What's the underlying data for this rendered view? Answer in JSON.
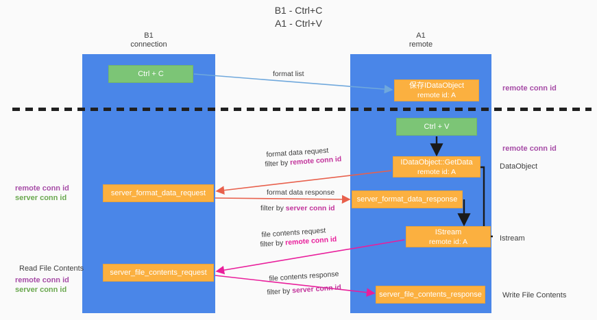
{
  "title": "B1 - Ctrl+C\nA1 - Ctrl+V",
  "columns": {
    "left": "B1\nconnection",
    "right": "A1\nremote"
  },
  "nodes": {
    "ctrl_c": {
      "line1": "Ctrl + C",
      "line2": "",
      "color": "#7cc576"
    },
    "idataobject": {
      "line1": "保存IDataObject",
      "line2": "remote id: A",
      "color": "#fbb040"
    },
    "ctrl_v": {
      "line1": "Ctrl + V",
      "line2": "",
      "color": "#7cc576"
    },
    "getdata": {
      "line1": "IDataObject::GetData",
      "line2": "remote id: A",
      "color": "#fbb040"
    },
    "server_format_data_request": {
      "line1": "server_format_data_request",
      "line2": "",
      "color": "#fbb040"
    },
    "server_format_data_response": {
      "line1": "server_format_data_response",
      "line2": "",
      "color": "#fbb040"
    },
    "istream": {
      "line1": "IStream",
      "line2": "remote id: A",
      "color": "#fbb040"
    },
    "server_file_contents_request": {
      "line1": "server_file_contents_request",
      "line2": "",
      "color": "#fbb040"
    },
    "server_file_contents_response": {
      "line1": "server_file_contents_response",
      "line2": "",
      "color": "#fbb040"
    }
  },
  "edges": {
    "format_list": "format list",
    "format_data_request": "format data request",
    "format_data_request_filter_prefix": "filter by ",
    "format_data_request_filter_key": "remote conn id",
    "format_data_response": "format data response",
    "format_data_response_filter_prefix": "filter by ",
    "format_data_response_filter_key": "server conn id",
    "file_contents_request": "file contents request",
    "file_contents_request_filter_prefix": "filter by ",
    "file_contents_request_filter_key": "remote conn id",
    "file_contents_response": "file contents response",
    "file_contents_response_filter_prefix": "filter by ",
    "file_contents_response_filter_key": "server conn id"
  },
  "annotations": {
    "remote_conn_id_top": "remote conn id",
    "remote_conn_id_mid": "remote conn id",
    "dataobject": "DataObject",
    "istream": "Istream",
    "write_file_contents": "Write File Contents",
    "read_file_contents": "Read File Contents",
    "left_remote_conn_id": "remote conn id",
    "left_server_conn_id": "server conn id",
    "left_remote_conn_id_2": "remote conn id",
    "left_server_conn_id_2": "server conn id"
  },
  "colors": {
    "lane": "#4a86e8",
    "green_node": "#7cc576",
    "orange_node": "#fbb040",
    "purple_text": "#a64ca6",
    "green_text": "#6aa84f",
    "pink_arrow": "#e91e9b",
    "red_arrow": "#e8604c",
    "blue_arrow": "#6fa8dc",
    "background": "#fafafa"
  }
}
